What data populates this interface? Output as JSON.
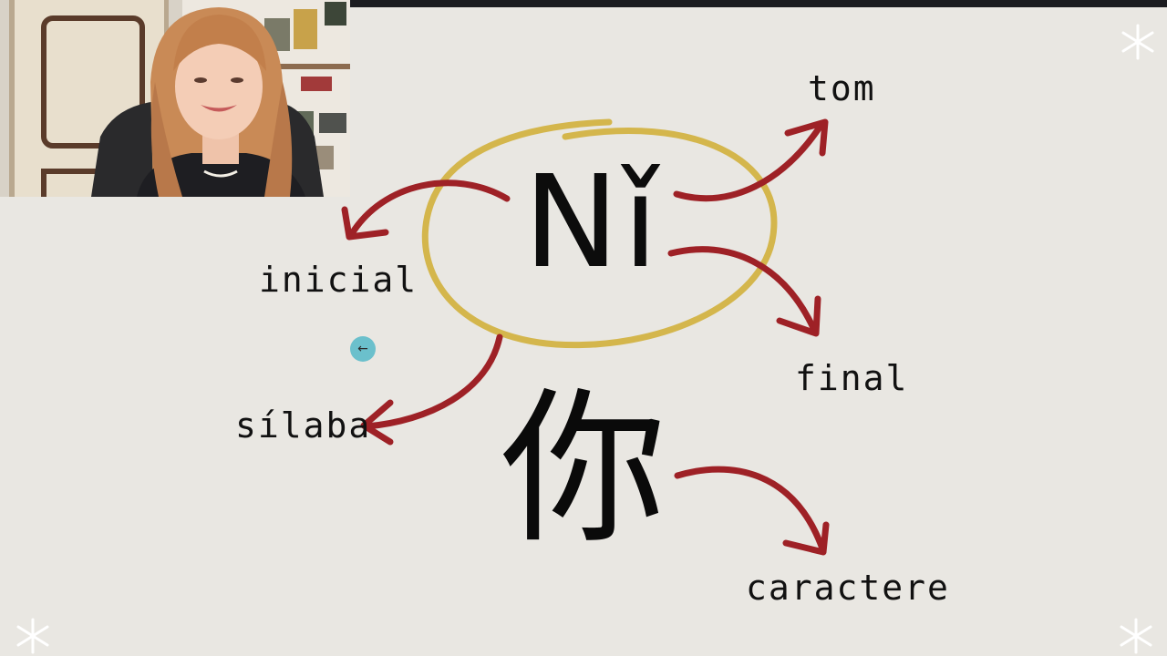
{
  "diagram": {
    "pinyin": "Nǐ",
    "character": "你",
    "labels": {
      "tom": "tom",
      "inicial": "inicial",
      "final": "final",
      "silaba": "sílaba",
      "caractere": "caractere"
    }
  },
  "colors": {
    "background": "#e9e7e2",
    "arrow": "#9e2126",
    "circle": "#d4b64c",
    "top_bar": "#1b1c20",
    "cursor": "#55b9c8"
  },
  "icons": {
    "cursor": "arrow-left-cursor-icon",
    "sparkle": "sparkle-icon"
  }
}
